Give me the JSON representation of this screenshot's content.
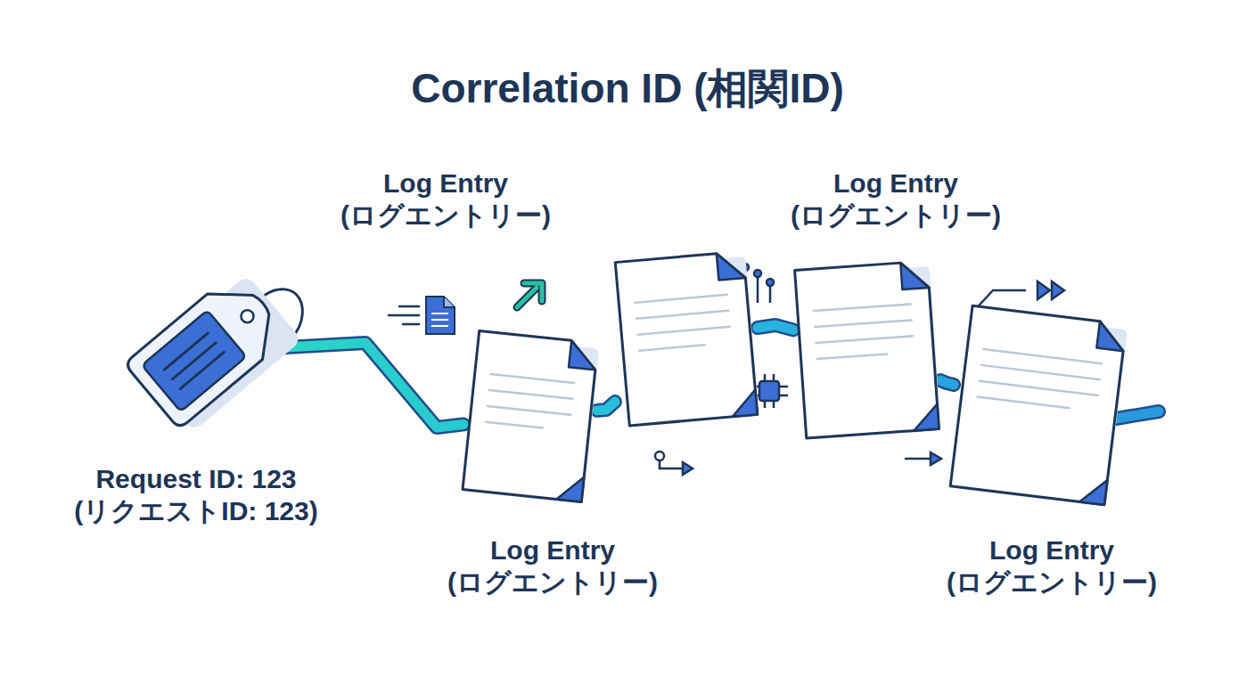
{
  "diagram": {
    "title": "Correlation ID (相関ID)",
    "nodes": [
      {
        "text": [
          "Request ID: 123 (リクエストID: 123)"
        ]
      },
      {
        "text": [
          "Log Entry (ログエントリー)"
        ]
      },
      {
        "text": [
          "Log Entry (ログエントリー)"
        ]
      },
      {
        "text": [
          "Log Entry (ログエントリー)"
        ]
      },
      {
        "text": [
          "Log Entry (ログエントリー)"
        ]
      }
    ],
    "edges": [
      {
        "from": 0,
        "to": 3,
        "arrow": "none"
      },
      {
        "from": 3,
        "to": 1,
        "arrow": "none"
      },
      {
        "from": 1,
        "to": 2,
        "arrow": "none"
      },
      {
        "from": 2,
        "to": 4,
        "arrow": "none"
      }
    ]
  }
}
